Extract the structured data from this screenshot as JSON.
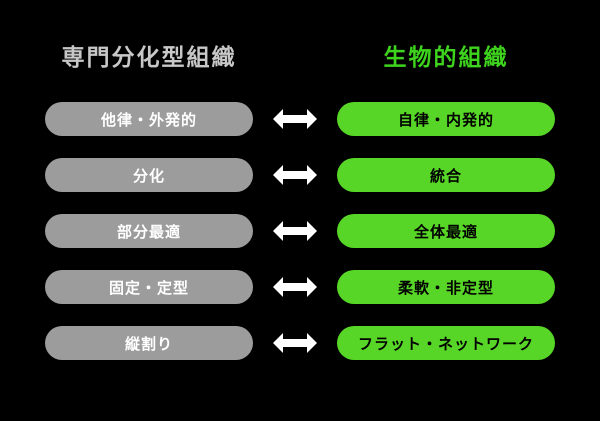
{
  "headers": {
    "left": "専門分化型組織",
    "right": "生物的組織"
  },
  "rows": [
    {
      "left": "他律・外発的",
      "right": "自律・内発的"
    },
    {
      "left": "分化",
      "right": "統合"
    },
    {
      "left": "部分最適",
      "right": "全体最適"
    },
    {
      "left": "固定・定型",
      "right": "柔軟・非定型"
    },
    {
      "left": "縦割り",
      "right": "フラット・ネットワーク"
    }
  ],
  "icons": {
    "row_connector": "double-arrow-icon"
  },
  "colors": {
    "background": "#000000",
    "left_header": "#c8c8c8",
    "right_header": "#3ed41e",
    "left_pill": "#9c9c9c",
    "left_pill_text": "#ffffff",
    "right_pill": "#58d627",
    "right_pill_text": "#000000",
    "arrow": "#ffffff"
  }
}
